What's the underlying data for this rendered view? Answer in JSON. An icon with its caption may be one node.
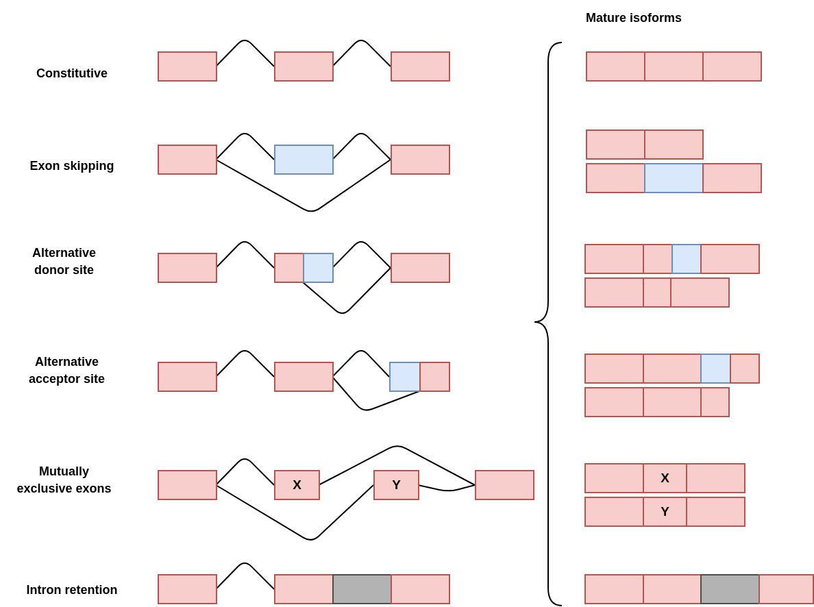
{
  "diagram": {
    "nodes": [
      {
        "text": [],
        "shape": "box"
      },
      {
        "text": [],
        "shape": "box"
      },
      {
        "text": [],
        "shape": "box"
      },
      {
        "text": [],
        "shape": "box"
      },
      {
        "text": [],
        "shape": "box"
      },
      {
        "text": [],
        "shape": "box"
      },
      {
        "text": [],
        "shape": "box"
      },
      {
        "text": [],
        "shape": "box"
      },
      {
        "text": [],
        "shape": "box"
      },
      {
        "text": [],
        "shape": "box"
      },
      {
        "text": [],
        "shape": "box"
      },
      {
        "text": [],
        "shape": "box"
      },
      {
        "text": [],
        "shape": "box"
      },
      {
        "text": [],
        "shape": "box"
      },
      {
        "text": [],
        "shape": "box"
      },
      {
        "text": [
          "X"
        ]
      },
      {
        "text": [
          "Y"
        ]
      },
      {
        "text": [],
        "shape": "box"
      },
      {
        "text": [],
        "shape": "box"
      },
      {
        "text": [],
        "shape": "box"
      },
      {
        "text": [],
        "shape": "box"
      },
      {
        "text": [],
        "shape": "box"
      },
      {
        "text": [],
        "shape": "box"
      },
      {
        "text": [],
        "shape": "box"
      },
      {
        "text": [],
        "shape": "box"
      },
      {
        "text": [],
        "shape": "box"
      },
      {
        "text": [],
        "shape": "box"
      },
      {
        "text": [],
        "shape": "box"
      },
      {
        "text": [],
        "shape": "box"
      },
      {
        "text": [],
        "shape": "box"
      },
      {
        "text": [],
        "shape": "box"
      },
      {
        "text": [],
        "shape": "box"
      },
      {
        "text": [],
        "shape": "box"
      },
      {
        "text": [],
        "shape": "box"
      },
      {
        "text": [],
        "shape": "box"
      },
      {
        "text": [],
        "shape": "box"
      },
      {
        "text": [],
        "shape": "box"
      },
      {
        "text": [],
        "shape": "box"
      },
      {
        "text": [],
        "shape": "box"
      },
      {
        "text": [],
        "shape": "box"
      },
      {
        "text": [],
        "shape": "box"
      },
      {
        "text": [],
        "shape": "box"
      },
      {
        "text": [],
        "shape": "box"
      },
      {
        "text": [],
        "shape": "box"
      },
      {
        "text": [],
        "shape": "box"
      },
      {
        "text": [
          "X"
        ]
      },
      {
        "text": [],
        "shape": "box"
      },
      {
        "text": [],
        "shape": "box"
      },
      {
        "text": [
          "Y"
        ]
      },
      {
        "text": [],
        "shape": "box"
      },
      {
        "text": [],
        "shape": "box"
      },
      {
        "text": [],
        "shape": "box"
      },
      {
        "text": [],
        "shape": "box"
      },
      {
        "text": [],
        "shape": "box"
      }
    ],
    "edges": [
      {
        "from": 0,
        "to": 1,
        "arrow": "none"
      },
      {
        "from": 1,
        "to": 2,
        "arrow": "none"
      },
      {
        "from": 3,
        "to": 4,
        "arrow": "none"
      },
      {
        "from": 4,
        "to": 5,
        "arrow": "none"
      },
      {
        "from": 3,
        "to": 5,
        "arrow": "none"
      },
      {
        "from": 6,
        "to": 7,
        "arrow": "none"
      },
      {
        "from": 8,
        "to": 9,
        "arrow": "none"
      },
      {
        "from": 7,
        "to": 9,
        "arrow": "none"
      },
      {
        "from": 10,
        "to": 11,
        "arrow": "none"
      },
      {
        "from": 11,
        "to": 12,
        "arrow": "none"
      },
      {
        "from": 11,
        "to": 13,
        "arrow": "none"
      },
      {
        "from": 14,
        "to": 15,
        "arrow": "none"
      },
      {
        "from": 15,
        "to": 17,
        "arrow": "none"
      },
      {
        "from": 14,
        "to": 16,
        "arrow": "none"
      },
      {
        "from": 16,
        "to": 17,
        "arrow": "none"
      },
      {
        "from": 18,
        "to": 19,
        "arrow": "none"
      }
    ],
    "labels": [
      "Mature isoforms",
      "Constitutive",
      "Exon skipping",
      "Alternative donor site",
      "Alternative acceptor site",
      "Mutually exclusive exons",
      "Intron retention"
    ]
  }
}
